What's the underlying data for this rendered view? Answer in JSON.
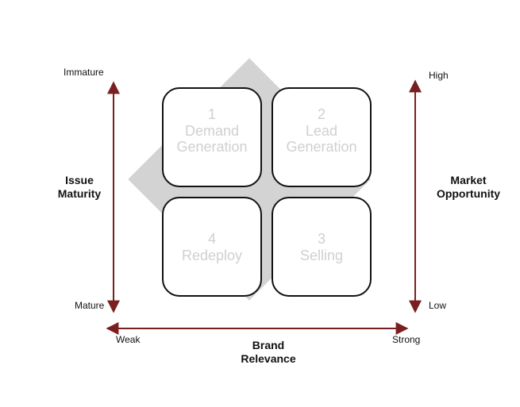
{
  "diagram": {
    "quadrants": [
      {
        "number": "1",
        "label": "Demand\nGeneration"
      },
      {
        "number": "2",
        "label": "Lead\nGeneration"
      },
      {
        "number": "3",
        "label": "Selling"
      },
      {
        "number": "4",
        "label": "Redeploy"
      }
    ],
    "left_axis": {
      "title": "Issue\nMaturity",
      "top": "Immature",
      "bottom": "Mature"
    },
    "right_axis": {
      "title": "Market\nOpportunity",
      "top": "High",
      "bottom": "Low"
    },
    "bottom_axis": {
      "title": "Brand\nRelevance",
      "left": "Weak",
      "right": "Strong"
    },
    "colors": {
      "arrow": "#7a1f1f",
      "diamond": "#d3d3d3",
      "quadrant_text": "#d0d0d0"
    }
  }
}
